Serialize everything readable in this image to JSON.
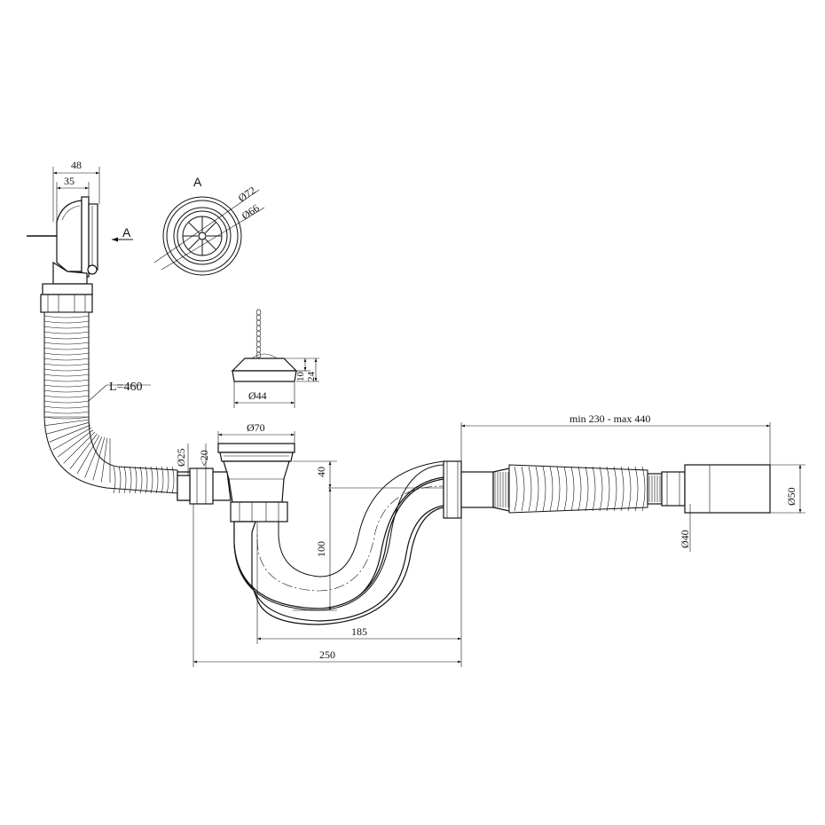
{
  "view_a": {
    "arrow_label": "A",
    "title": "A",
    "outer_diameter": "Ø72",
    "inner_diameter": "Ø66"
  },
  "overflow": {
    "width_total": "48",
    "width_inner": "35",
    "hose_length": "L=460"
  },
  "plug": {
    "diameter": "Ø44",
    "height_inner": "10",
    "height_total": "24"
  },
  "drain": {
    "outlet_diameter": "Ø70",
    "side_inlet_diameter": "Ø25",
    "side_inlet_angle": "<20",
    "drop_upper": "40",
    "drop_lower": "100"
  },
  "trap": {
    "span_inner": "185",
    "span_total": "250"
  },
  "outlet": {
    "adjustable_length": "min 230 - max 440",
    "pipe_diameter": "Ø40",
    "sleeve_diameter": "Ø50"
  }
}
